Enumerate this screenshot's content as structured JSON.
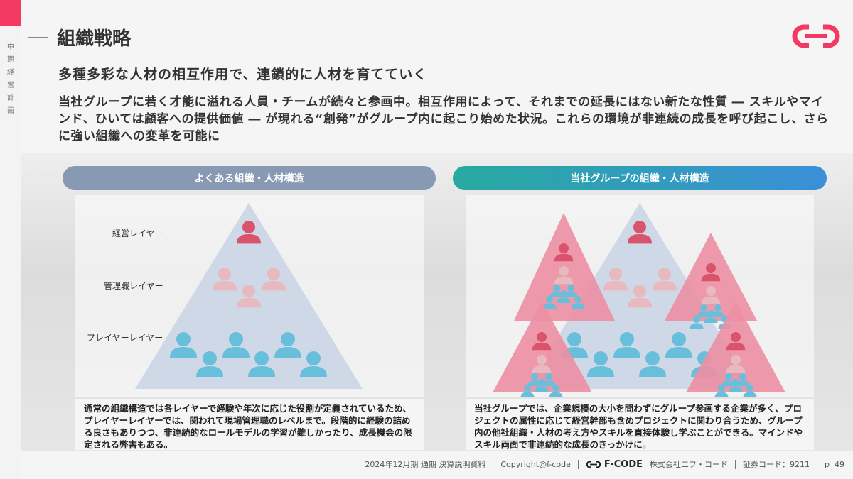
{
  "sidebar": {
    "label": "中期経営計画",
    "accent": "#f43a63"
  },
  "title": "組織戦略",
  "subtitle": "多種多彩な人材の相互作用で、連鎖的に人材を育てていく",
  "lead": "当社グループに若く才能に溢れる人員・チームが続々と参画中。相互作用によって、それまでの延長にはない新たな性質 ― スキルやマインド、ひいては顧客への提供価値 ― が現れる“創発”がグループ内に起こり始めた状況。これらの環境が非連続の成長を呼び起こし、さらに強い組織への変革を可能に",
  "left": {
    "header": "よくある組織・人材構造",
    "labels": [
      "経営レイヤー",
      "管理職レイヤー",
      "プレイヤーレイヤー"
    ],
    "text": "通常の組織構造では各レイヤーで経験や年次に応じた役割が定義されているため、プレイヤーレイヤーでは、関われて現場管理職のレベルまで。段階的に経験の詰める良さもありつつ、非連続的なロールモデルの学習が難しかったり、成長機会の限定される弊害もある。"
  },
  "right": {
    "header": "当社グループの組織・人材構造",
    "text": "当社グループでは、企業規模の大小を問わずにグループ参画する企業が多く、プロジェクトの属性に応じて経営幹部も含めプロジェクトに関わり合うため、グループ内の他社組織・人材の考え方やスキルを直接体験し学ぶことができる。マインドやスキル両面で非連続的な成長のきっかけに。"
  },
  "colors": {
    "exec": "#d9536b",
    "manager": "#e8b9be",
    "player": "#67bfdc",
    "pink_triangle": "#ec8fa3",
    "triangle": "#cfd8e6"
  },
  "footer": {
    "doc": "2024年12月期 通期 決算説明資料",
    "copyright": "Copyright@f-code",
    "brand": "F-CODE",
    "company": "株式会社エフ・コード",
    "code": "証券コード：9211",
    "page_prefix": "p",
    "page": "49"
  }
}
